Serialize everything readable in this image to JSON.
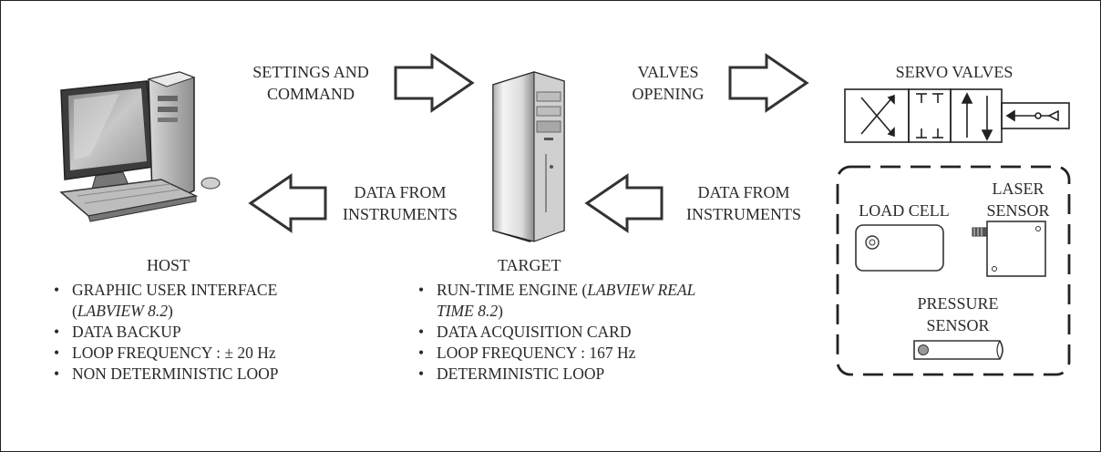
{
  "arrows": {
    "settings_line1": "SETTINGS AND",
    "settings_line2": "COMMAND",
    "valves_line1": "VALVES",
    "valves_line2": "OPENING",
    "data_left_line1": "DATA FROM",
    "data_left_line2": "INSTRUMENTS",
    "data_right_line1": "DATA FROM",
    "data_right_line2": "INSTRUMENTS"
  },
  "servo": {
    "title": "SERVO VALVES"
  },
  "sensors": {
    "load_cell": "LOAD CELL",
    "laser_line1": "LASER",
    "laser_line2": "SENSOR",
    "pressure_line1": "PRESSURE",
    "pressure_line2": "SENSOR"
  },
  "host": {
    "title": "HOST",
    "item1_a": "GRAPHIC USER INTERFACE",
    "item1_b_open": "(",
    "item1_b_italic": "LABVIEW 8.2",
    "item1_b_close": ")",
    "item2": "DATA BACKUP",
    "item3": "LOOP FREQUENCY : ± 20 Hz",
    "item4": "NON DETERMINISTIC LOOP"
  },
  "target": {
    "title": "TARGET",
    "item1_a": "RUN-TIME ENGINE (",
    "item1_a_italic": "LABVIEW REAL",
    "item1_b_italic": "TIME 8.2",
    "item1_b_close": ")",
    "item2": "DATA ACQUISITION CARD",
    "item3": "LOOP FREQUENCY : 167 Hz",
    "item4": "DETERMINISTIC LOOP"
  }
}
